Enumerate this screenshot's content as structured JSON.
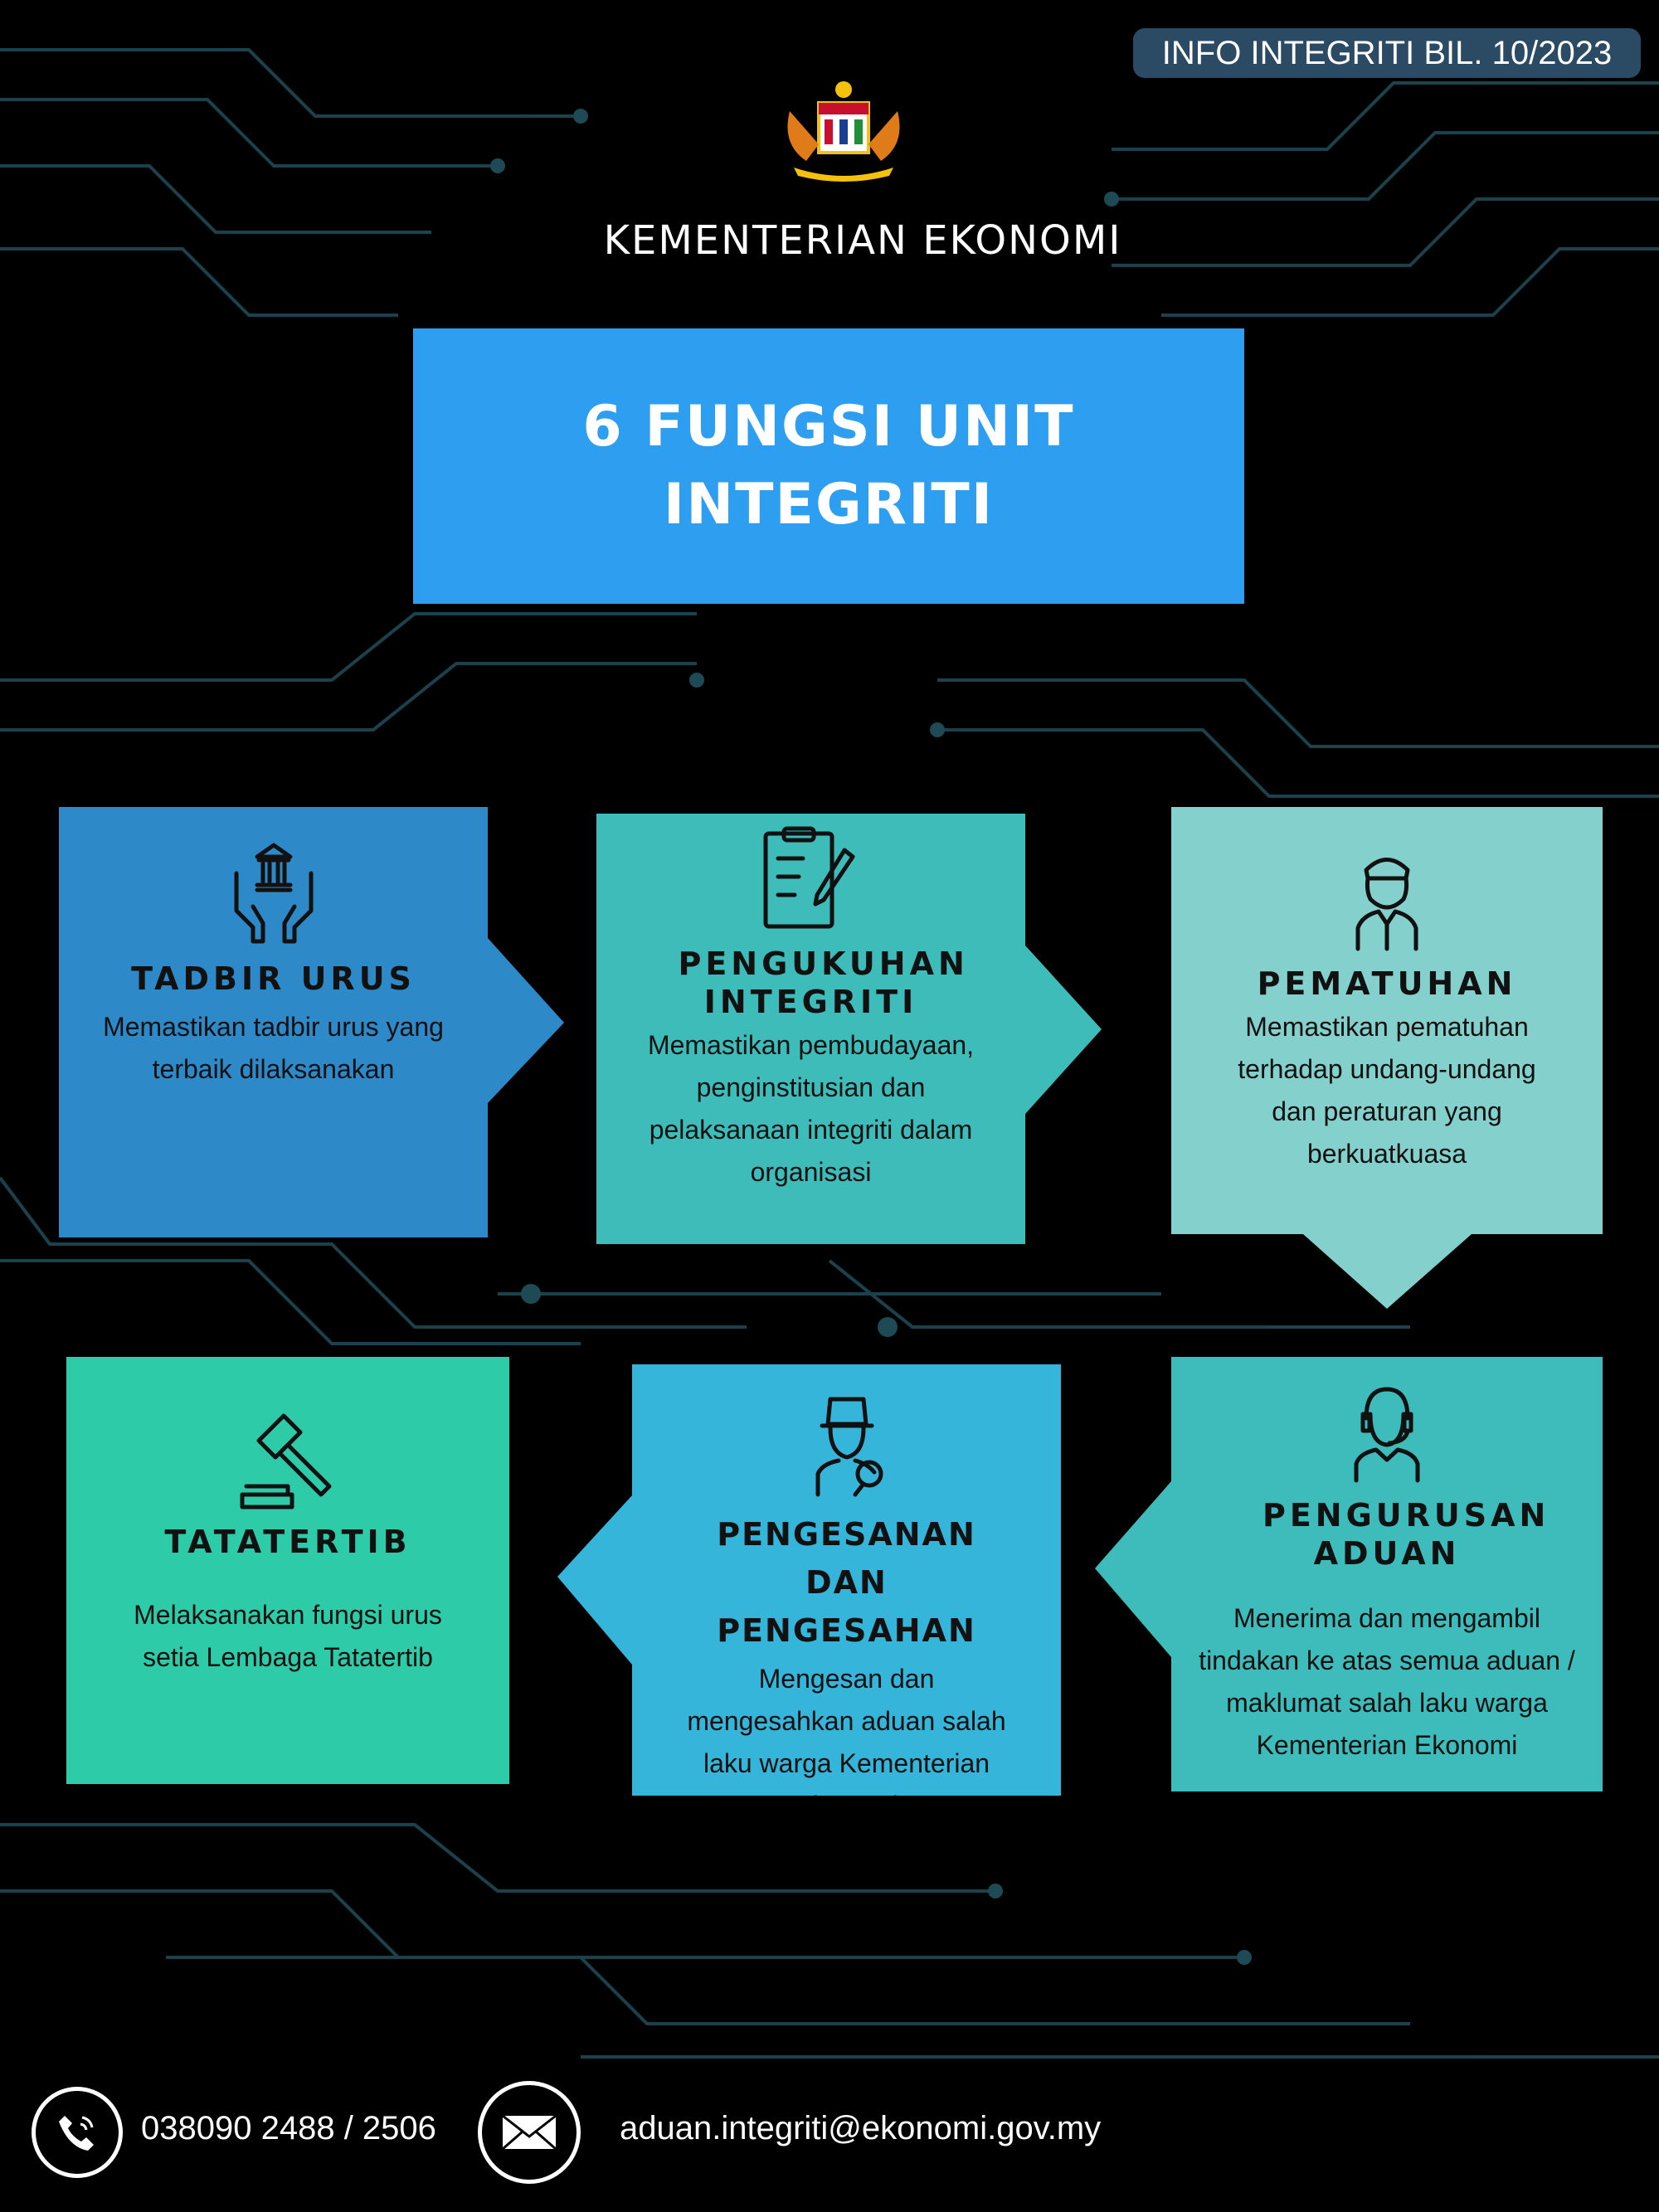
{
  "header": {
    "badge": "INFO INTEGRITI BIL. 10/2023",
    "ministry": "KEMENTERIAN EKONOMI",
    "title": "6 FUNGSI UNIT INTEGRITI"
  },
  "functions": [
    {
      "title": "TADBIR URUS",
      "desc": "Memastikan tadbir urus yang terbaik dilaksanakan",
      "icon": "government-building-hands-icon",
      "color": "#2e89c9"
    },
    {
      "title": "PENGUKUHAN INTEGRITI",
      "desc": "Memastikan pembudayaan, penginstitusian dan pelaksanaan integriti dalam organisasi",
      "icon": "clipboard-pen-icon",
      "color": "#3dbcb9"
    },
    {
      "title": "PEMATUHAN",
      "desc": "Memastikan pematuhan terhadap undang-undang dan peraturan yang berkuatkuasa",
      "icon": "officer-icon",
      "color": "#84d0cc"
    },
    {
      "title": "TATATERTIB",
      "desc": "Melaksanakan fungsi urus setia Lembaga Tatatertib",
      "icon": "gavel-icon",
      "color": "#2ecba8"
    },
    {
      "title": "PENGESANAN DAN PENGESAHAN",
      "desc": "Mengesan dan mengesahkan aduan salah laku warga Kementerian Ekonomi",
      "icon": "detective-icon",
      "color": "#35b5d9"
    },
    {
      "title": "PENGURUSAN ADUAN",
      "desc": "Menerima dan mengambil tindakan ke atas semua aduan / maklumat salah laku warga Kementerian Ekonomi",
      "icon": "headset-agent-icon",
      "color": "#3dbcbb"
    }
  ],
  "footer": {
    "phone": "038090 2488 / 2506",
    "email": "aduan.integriti@ekonomi.gov.my"
  }
}
